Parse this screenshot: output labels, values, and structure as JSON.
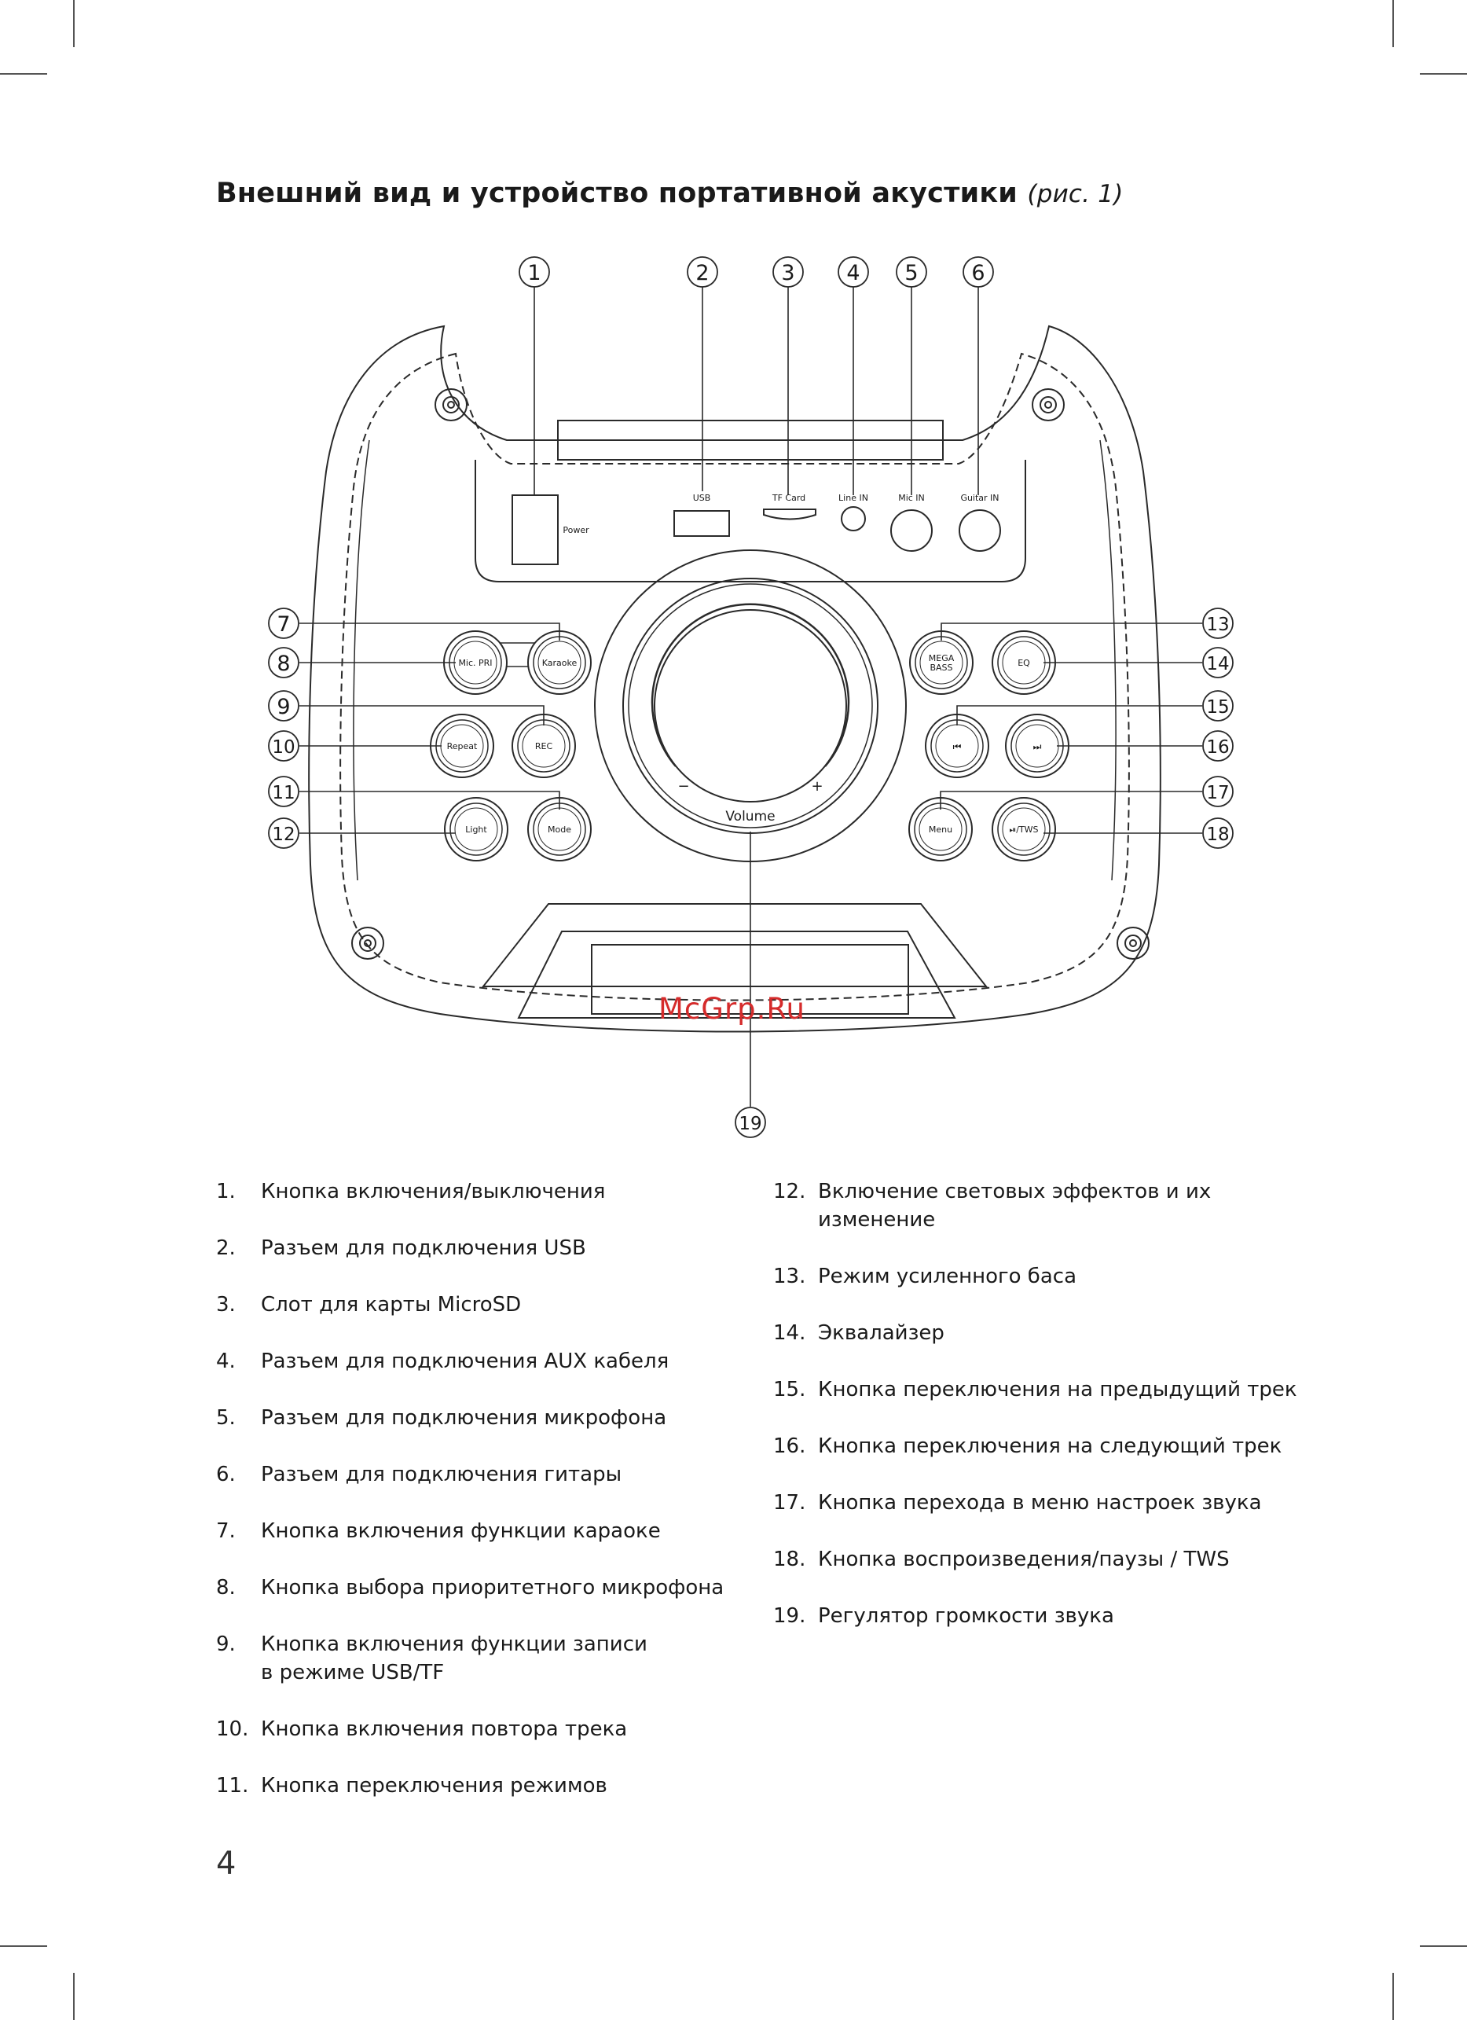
{
  "heading": {
    "title": "Внешний вид и устройство портативной акустики",
    "ref": "(рис. 1)"
  },
  "callouts": [
    "1",
    "2",
    "3",
    "4",
    "5",
    "6",
    "7",
    "8",
    "9",
    "10",
    "11",
    "12",
    "13",
    "14",
    "15",
    "16",
    "17",
    "18",
    "19"
  ],
  "panel_labels": {
    "power": "Power",
    "usb": "USB",
    "tf": "TF Card",
    "line_in": "Line IN",
    "mic_in": "Mic IN",
    "guitar_in": "Guitar IN",
    "volume": "Volume",
    "minus": "−",
    "plus": "+"
  },
  "buttons": {
    "mic_pri": "Mic. PRI",
    "karaoke": "Karaoke",
    "repeat": "Repeat",
    "rec": "REC",
    "light": "Light",
    "mode": "Mode",
    "mega": "MEGA",
    "bass": "BASS",
    "eq": "EQ",
    "prev": "⏮",
    "next": "⏭",
    "menu": "Menu",
    "play_tws": "⏯/TWS"
  },
  "watermark": "McGrp.Ru",
  "list_left": [
    {
      "n": "1.",
      "lines": [
        "Кнопка включения/выключения"
      ]
    },
    {
      "n": "2.",
      "lines": [
        "Разъем для подключения USB"
      ]
    },
    {
      "n": "3.",
      "lines": [
        "Слот для карты MicroSD"
      ]
    },
    {
      "n": "4.",
      "lines": [
        "Разъем для подключения AUX кабеля"
      ]
    },
    {
      "n": "5.",
      "lines": [
        "Разъем для подключения микрофона"
      ]
    },
    {
      "n": "6.",
      "lines": [
        "Разъем для подключения гитары"
      ]
    },
    {
      "n": "7.",
      "lines": [
        "Кнопка включения функции караоке"
      ]
    },
    {
      "n": "8.",
      "lines": [
        "Кнопка выбора приоритетного микрофона"
      ]
    },
    {
      "n": "9.",
      "lines": [
        "Кнопка включения функции записи",
        "в режиме USB/TF"
      ]
    },
    {
      "n": "10.",
      "lines": [
        "Кнопка включения повтора трека"
      ]
    },
    {
      "n": "11.",
      "lines": [
        "Кнопка переключения режимов"
      ]
    }
  ],
  "list_right": [
    {
      "n": "12.",
      "lines": [
        "Включение световых эффектов и их",
        "изменение"
      ]
    },
    {
      "n": "13.",
      "lines": [
        "Режим усиленного баса"
      ]
    },
    {
      "n": "14.",
      "lines": [
        "Эквалайзер"
      ]
    },
    {
      "n": "15.",
      "lines": [
        "Кнопка переключения на предыдущий трек"
      ]
    },
    {
      "n": "16.",
      "lines": [
        "Кнопка переключения на следующий трек"
      ]
    },
    {
      "n": "17.",
      "lines": [
        "Кнопка перехода в меню настроек звука"
      ]
    },
    {
      "n": "18.",
      "lines": [
        "Кнопка воспроизведения/паузы / TWS"
      ]
    },
    {
      "n": "19.",
      "lines": [
        "Регулятор громкости звука"
      ]
    }
  ],
  "page_number": "4"
}
